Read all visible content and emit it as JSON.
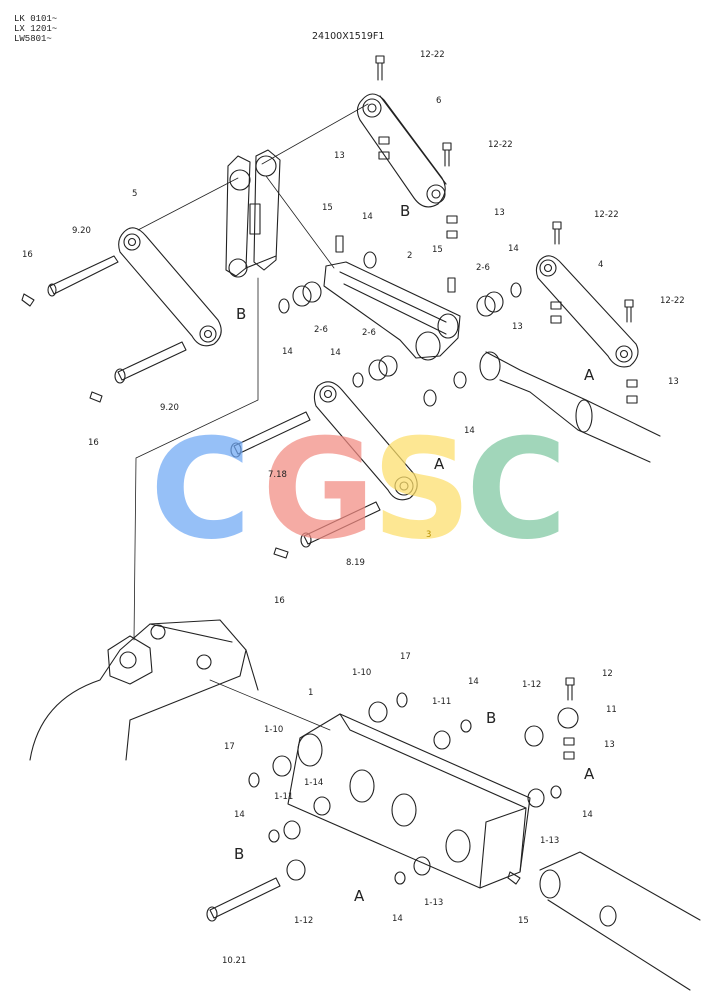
{
  "header": {
    "serial_lines": [
      "LK 0101~",
      "LX 1201~",
      "LW5801~"
    ],
    "drawing_code": "24100X1519F1"
  },
  "watermark": {
    "letters": [
      "C",
      "G",
      "S",
      "C"
    ],
    "colors": [
      "#6fa8f5",
      "#f28b82",
      "#fddf6a",
      "#7dc7a0"
    ]
  },
  "callouts": [
    "12-22",
    "6",
    "13",
    "12-22",
    "B",
    "13",
    "15",
    "14",
    "12-22",
    "5",
    "9.20",
    "16",
    "2",
    "15",
    "2-6",
    "14",
    "4",
    "12-22",
    "B",
    "14",
    "2-6",
    "13",
    "14",
    "2-6",
    "A",
    "13",
    "9.20",
    "16",
    "14",
    "A",
    "7.18",
    "3",
    "8.19",
    "16",
    "1-10",
    "17",
    "12",
    "1",
    "1-11",
    "14",
    "B",
    "1-12",
    "11",
    "1-10",
    "13",
    "17",
    "1-14",
    "A",
    "1-11",
    "14",
    "14",
    "B",
    "1-13",
    "A",
    "1-12",
    "14",
    "1-13",
    "15",
    "10.21"
  ]
}
